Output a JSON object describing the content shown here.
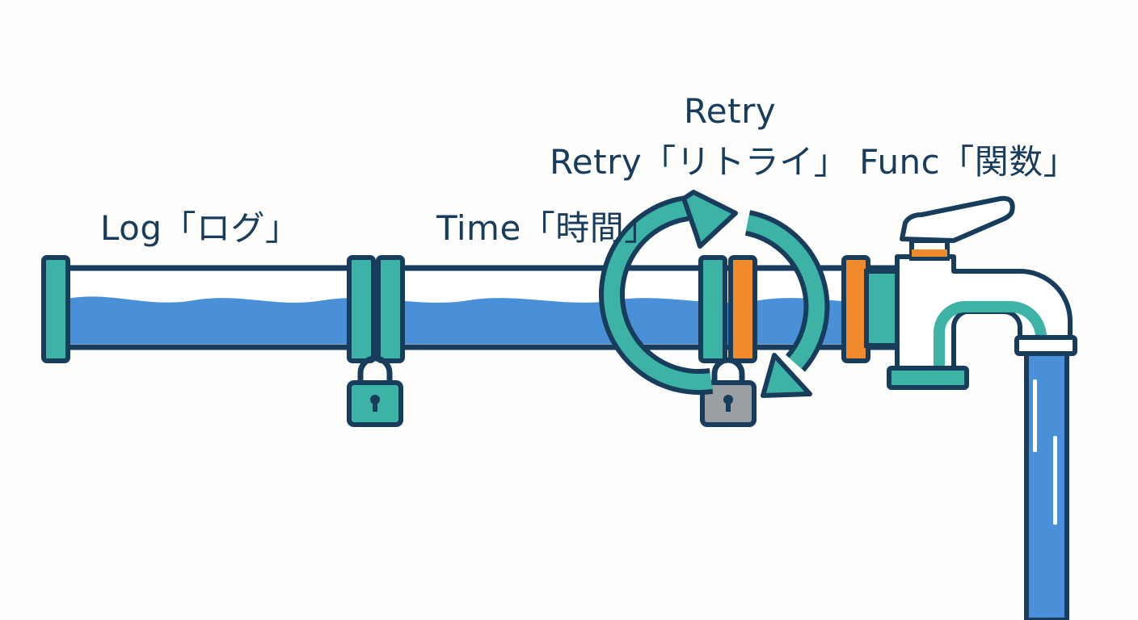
{
  "labels": {
    "log": "Log「ログ」",
    "time": "Time「時間」",
    "retry_top": "Retry",
    "retry_func": "Retry「リトライ」 Func「関数」"
  },
  "colors": {
    "outline": "#173c5c",
    "water": "#4a90d9",
    "pipe_fill": "#ffffff",
    "teal": "#3db3a6",
    "orange": "#f08a2c",
    "grey_lock": "#9a9fa3",
    "faucet": "#ffffff"
  },
  "icons": [
    "padlock-icon",
    "retry-cycle-icon",
    "faucet-icon"
  ]
}
